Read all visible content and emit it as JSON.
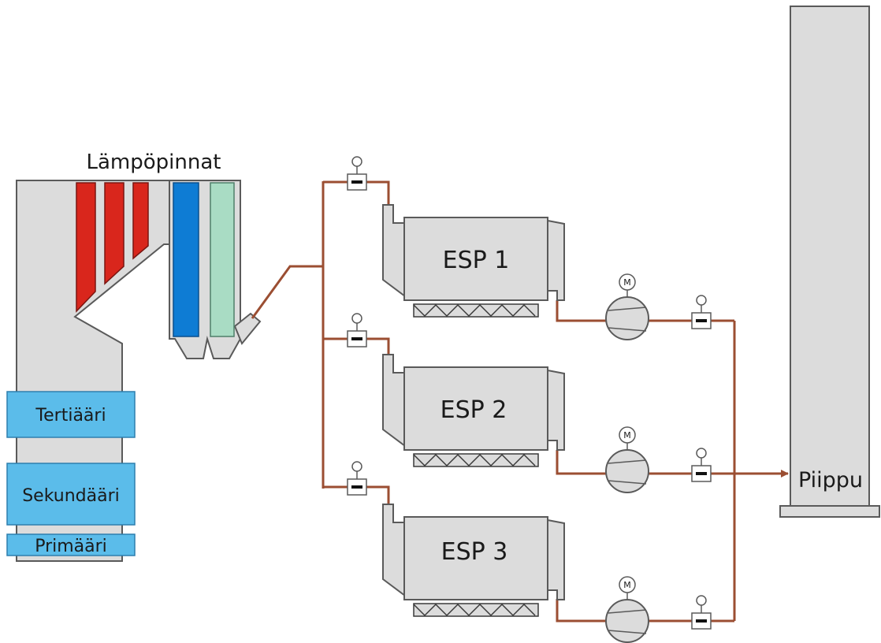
{
  "labels": {
    "heat_surfaces": "Lämpöpinnat",
    "stack": "Piippu"
  },
  "air_zones": [
    "Tertiääri",
    "Sekundääri",
    "Primääri"
  ],
  "precipitators": [
    "ESP 1",
    "ESP 2",
    "ESP 3"
  ],
  "motor_symbol": "M",
  "colors": {
    "boiler_gray": "#dcdcdc",
    "outline": "#5a5a5a",
    "pipe": "#9b4e32",
    "superheater_red": "#d9261c",
    "economizer_blue": "#0e7cd4",
    "air_preheater_green": "#a9dcc4",
    "air_zone_blue": "#5bbcea"
  }
}
